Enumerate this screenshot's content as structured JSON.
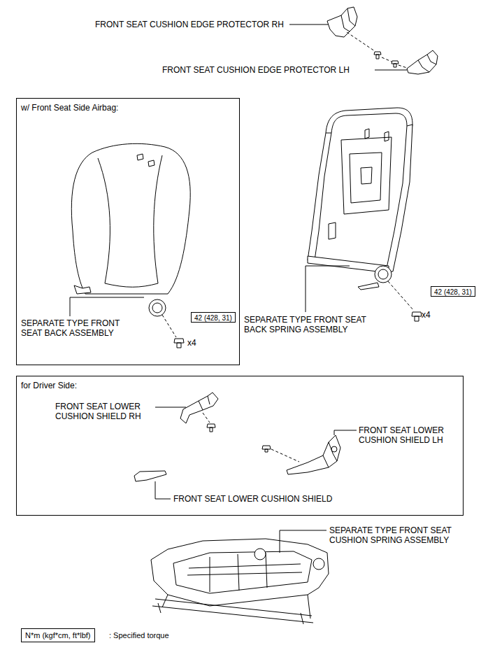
{
  "diagram": {
    "nodes": [
      {
        "text": [
          "w/ Front Seat Side Airbag:"
        ]
      },
      {
        "text": [
          "42 (428, 31)"
        ],
        "in": 0
      },
      {
        "text": [
          "42 (428, 31)"
        ]
      },
      {
        "text": [
          "for Driver Side:"
        ]
      },
      {
        "text": [
          "N*m (kgf*cm, ft*lbf)"
        ]
      }
    ],
    "labels": [
      "FRONT SEAT CUSHION EDGE PROTECTOR RH",
      "FRONT SEAT CUSHION EDGE PROTECTOR LH",
      "SEPARATE TYPE FRONT SEAT BACK ASSEMBLY",
      "x4",
      "SEPARATE TYPE FRONT SEAT BACK SPRING ASSEMBLY",
      "x4",
      "FRONT SEAT LOWER CUSHION SHIELD RH",
      "FRONT SEAT LOWER CUSHION SHIELD LH",
      "FRONT SEAT LOWER CUSHION SHIELD",
      "SEPARATE TYPE FRONT SEAT CUSHION SPRING ASSEMBLY",
      ": Specified torque"
    ]
  }
}
